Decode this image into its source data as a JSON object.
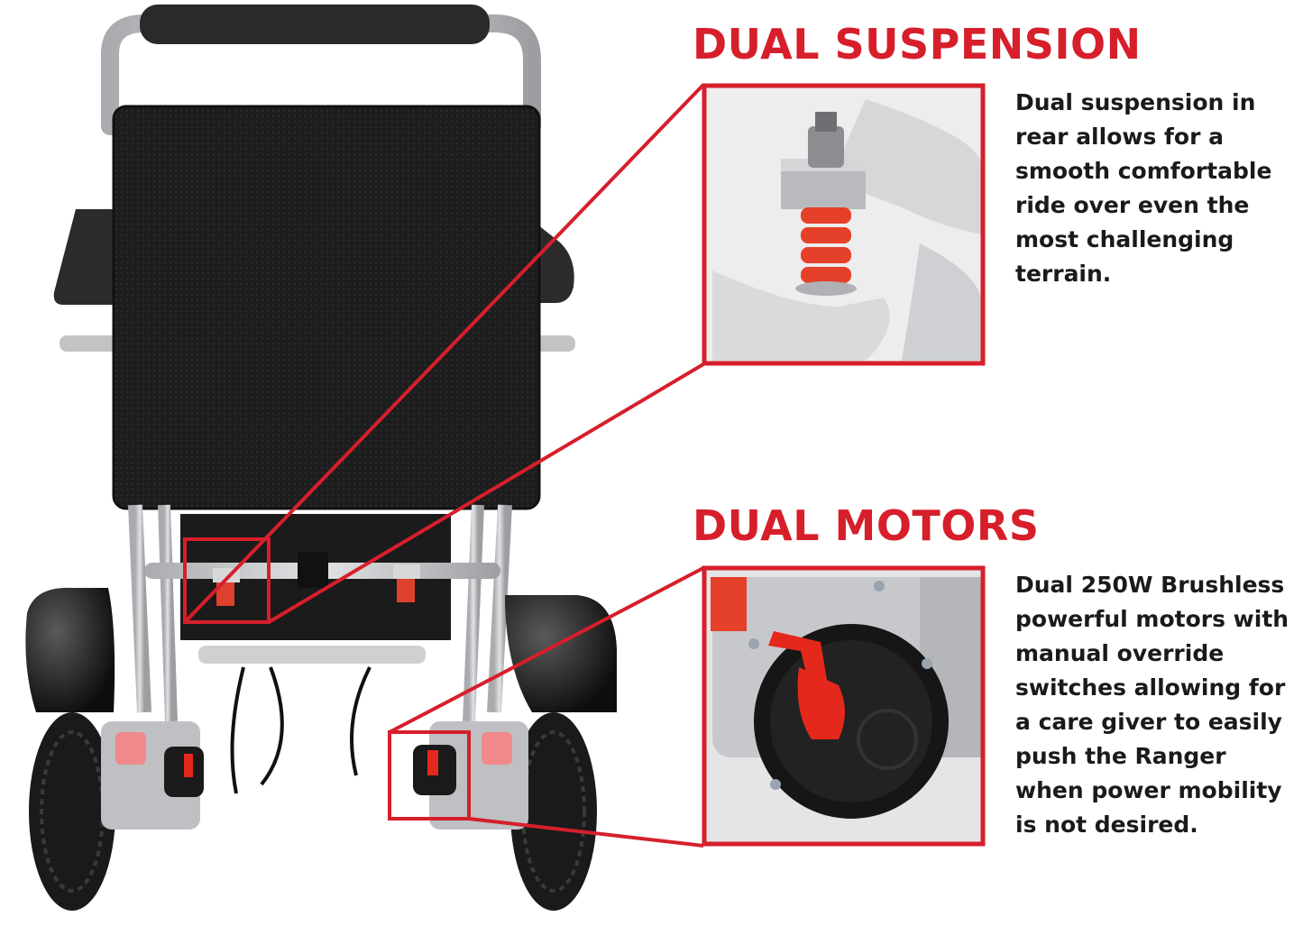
{
  "features": [
    {
      "heading": "DUAL SUSPENSION",
      "description_lines": [
        "Dual suspension in",
        "rear allows for a",
        "smooth comfortable",
        "ride over even the",
        "most challenging",
        "terrain."
      ]
    },
    {
      "heading": "DUAL MOTORS",
      "description_lines": [
        "Dual 250W Brushless",
        "powerful motors with",
        "manual override",
        "switches allowing for",
        "a care giver to easily",
        "push the Ranger",
        "when power mobility",
        "is not desired."
      ]
    }
  ],
  "colors": {
    "accent": "#d61f2b",
    "frame": "#c9cacc",
    "seat": "#1c1c1c",
    "text": "#1a1a1a"
  }
}
